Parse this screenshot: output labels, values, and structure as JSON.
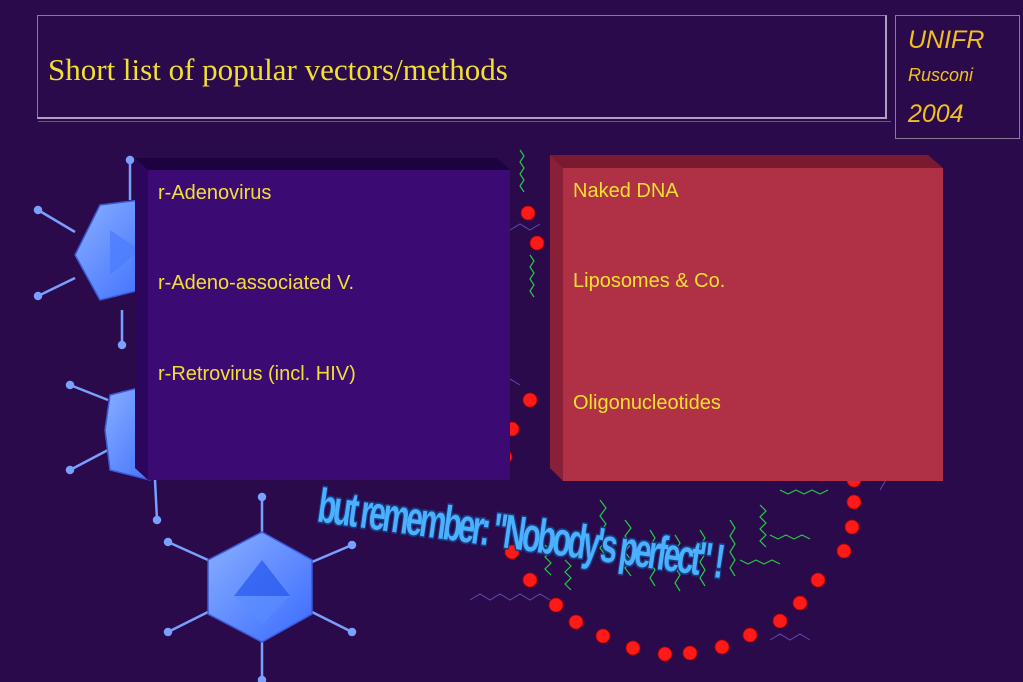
{
  "slide": {
    "title": "Short  list of popular vectors/methods"
  },
  "badge": {
    "institution": "UNIFR",
    "author": "Rusconi",
    "year": "2004"
  },
  "viral_vectors": {
    "items": [
      "r-Adenovirus",
      "r-Adeno-associated V.",
      "r-Retrovirus (incl. HIV)"
    ]
  },
  "nonviral_methods": {
    "items": [
      "Naked DNA",
      "Liposomes & Co.",
      "Oligonucleotides"
    ]
  },
  "slogan": "but remember: \"Nobody's perfect\" !",
  "colors": {
    "background": "#2a0a4a",
    "title_text": "#f0e030",
    "viral_box": "#3c0a73",
    "nonviral_box": "#b03045",
    "virus_particle": "#5a8cff",
    "lipid_head": "#ff1a1a",
    "lipid_tail": "#22cc44"
  },
  "icons": [
    "adenovirus-particle-icon",
    "liposome-bilayer-icon"
  ]
}
